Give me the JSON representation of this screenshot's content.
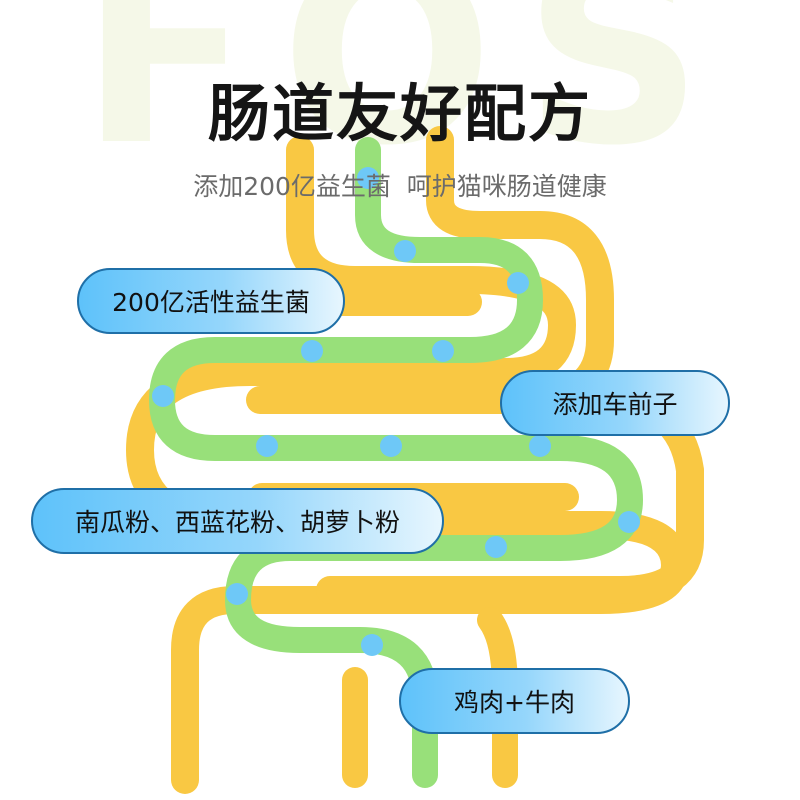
{
  "watermark": "FOS",
  "title": "肠道友好配方",
  "subtitle": "添加200亿益生菌  呵护猫咪肠道健康",
  "labels": {
    "probiotics": "200亿活性益生菌",
    "plantago": "添加车前子",
    "vegetables": "南瓜粉、西蓝花粉、胡萝卜粉",
    "meat": "鸡肉+牛肉"
  },
  "colors": {
    "outer_tube": "#f9c843",
    "inner_tube": "#98e07a",
    "probiotic_dot": "#6ec8f7",
    "pill_border": "#1f6fa7"
  }
}
